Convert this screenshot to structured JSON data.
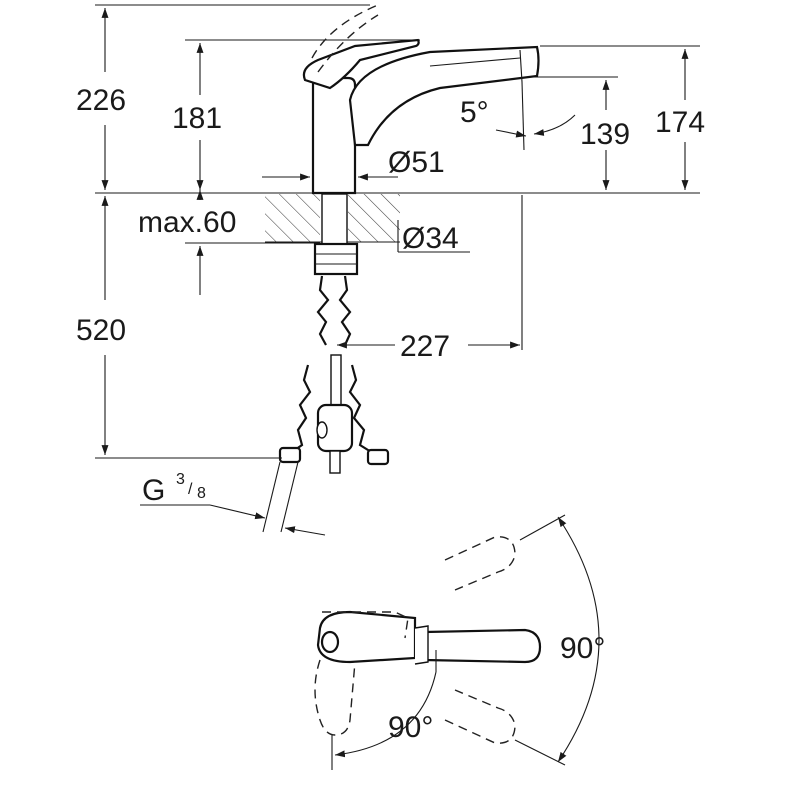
{
  "dimensions": {
    "total_height": "226",
    "spout_height": "181",
    "spout_outlet_height": "174",
    "aerator_height": "139",
    "tilt_angle": "5°",
    "body_diameter": "Ø51",
    "hole_diameter": "Ø34",
    "max_deck": "max.60",
    "hose_length": "520",
    "spout_reach": "227",
    "thread": "G",
    "thread_num": "3",
    "thread_den": "8",
    "lever_angle": "90°",
    "spout_swivel": "90°"
  },
  "colors": {
    "line": "#1a1a1a",
    "background": "#ffffff"
  }
}
